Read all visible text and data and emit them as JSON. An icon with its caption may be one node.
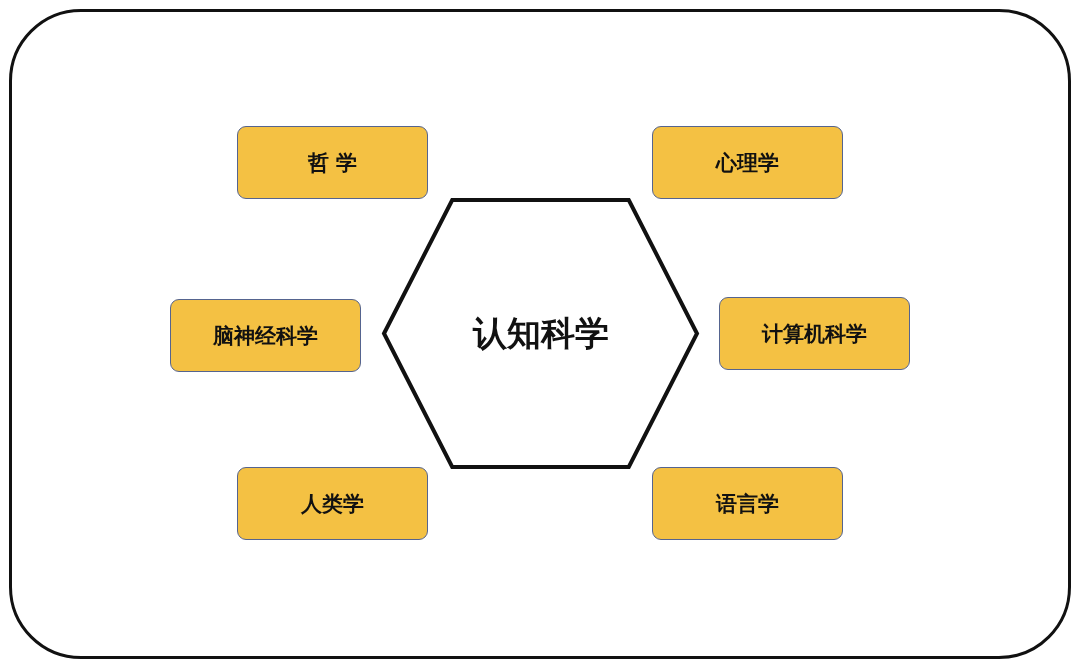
{
  "diagram": {
    "nodes": [
      {
        "text": [
          "哲 学"
        ]
      },
      {
        "text": [
          "心理学"
        ]
      },
      {
        "text": [
          "脑神经科学"
        ]
      },
      {
        "text": [
          "认知科学"
        ]
      },
      {
        "text": [
          "计算机科学"
        ]
      },
      {
        "text": [
          "人类学"
        ]
      },
      {
        "text": [
          "语言学"
        ]
      }
    ]
  }
}
